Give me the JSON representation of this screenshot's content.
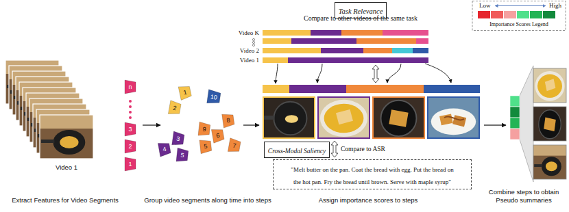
{
  "diagram": {
    "nodes": [
      {
        "text": [
          "n"
        ]
      },
      {
        "text": [
          "3"
        ]
      },
      {
        "text": [
          "2"
        ]
      },
      {
        "text": [
          "1"
        ]
      },
      {
        "text": [
          "1"
        ]
      },
      {
        "text": [
          "10"
        ]
      },
      {
        "text": [
          "2"
        ]
      },
      {
        "text": [
          "8"
        ]
      },
      {
        "text": [
          "9"
        ]
      },
      {
        "text": [
          "6"
        ]
      },
      {
        "text": [
          "3"
        ]
      },
      {
        "text": [
          "5"
        ]
      },
      {
        "text": [
          "7"
        ]
      },
      {
        "text": [
          "4"
        ]
      },
      {
        "text": [
          "5"
        ]
      },
      {
        "text": [
          "Task Relevance"
        ]
      },
      {
        "text": [
          "Cross-Modal Saliency"
        ]
      },
      {
        "text": [
          "\"Melt butter on the pan. Coat the bread with egg. Put the bread on the hot pan. Fry the bread until brown. Serve with maple syrup\""
        ]
      }
    ],
    "labels": [
      "Video 1",
      "Extract Features for Video Segments",
      "Group video segments along time into steps",
      "Compare to other videos of the same task",
      "Video K",
      "Video 2",
      "Video 1",
      "Compare to ASR",
      "Assign importance scores to steps",
      "Importance Scores Legend",
      "Combine steps to obtain Pseudo summaries"
    ],
    "legend": [
      {
        "text": "Low",
        "color": "#e6262e"
      },
      {
        "text": "High",
        "color": "#128a3c"
      }
    ]
  }
}
